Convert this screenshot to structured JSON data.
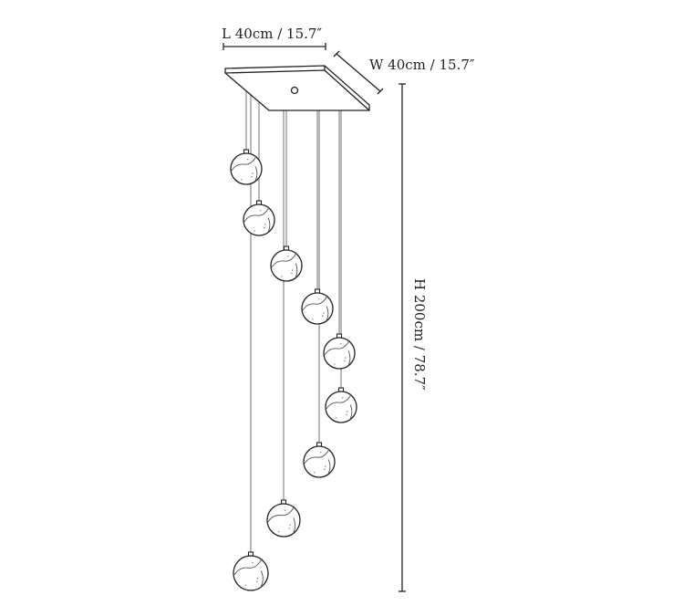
{
  "dimensions": {
    "length": "L 40cm / 15.7″",
    "width": "W 40cm / 15.7″",
    "height": "H 200cm / 78.7″"
  },
  "pendant_count": 9,
  "colors": {
    "line": "#222222",
    "cord": "#999999"
  }
}
